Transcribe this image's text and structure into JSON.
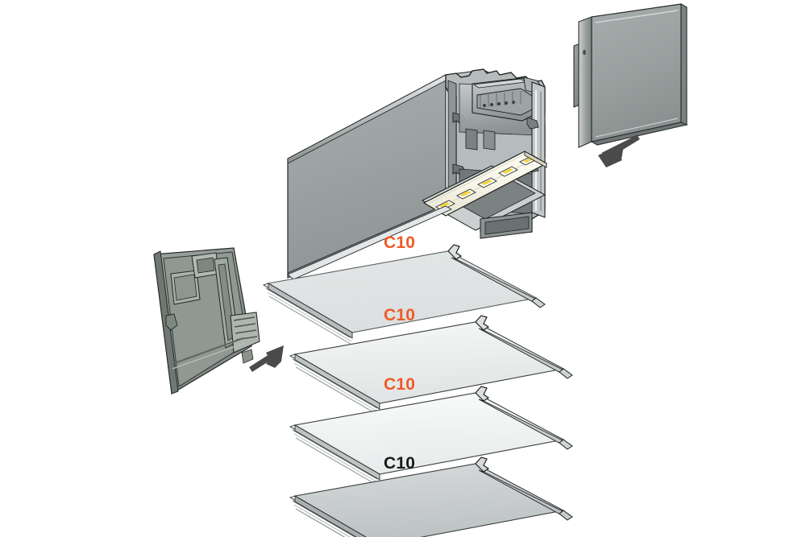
{
  "figure": {
    "kind": "exploded-assembly-diagram",
    "subject": "Linear LED aluminium extrusion profile with interchangeable diffuser covers",
    "background_color": "#ffffff"
  },
  "colors": {
    "label_orange": "#ED5B26",
    "label_black": "#1A1A1A",
    "arrow_grey": "#4B4B4B",
    "body_side_face": "#9BA2A2",
    "body_side_face_dark": "#868D8D",
    "profile_metal_light": "#D7DADA",
    "profile_metal_mid": "#A8AEAE",
    "profile_metal_dark": "#6E7474",
    "endcap_face": "#99A09F",
    "endcap_face_dark": "#7E8584",
    "endcap_left_face": "#8C9490",
    "diffuser_prismatic": "#E4E7E7",
    "diffuser_frosted": "#EDEFEF",
    "diffuser_opal": "#F2F3F3",
    "diffuser_opaque": "#C9CDCD",
    "led_pcb_white": "#FAFAF2",
    "led_chip_yellow": "#F2D23C",
    "outline": "#1D1D1D"
  },
  "labels": [
    {
      "id": "cover-1",
      "text": "C10",
      "color_key": "label_orange",
      "note": "prismatic / textured cover"
    },
    {
      "id": "cover-2",
      "text": "C10",
      "color_key": "label_orange",
      "note": "frosted cover"
    },
    {
      "id": "cover-3",
      "text": "C10",
      "color_key": "label_orange",
      "note": "opal cover"
    },
    {
      "id": "cover-4",
      "text": "C10",
      "color_key": "label_black",
      "note": "opaque cover"
    }
  ],
  "parts": [
    {
      "id": "end-cap-left",
      "name": "Left end cap (with internal ribs and bosses)"
    },
    {
      "id": "main-profile",
      "name": "Aluminium extrusion housing with LED strip and terminal block"
    },
    {
      "id": "led-strip",
      "name": "LED strip board",
      "led_count": 5
    },
    {
      "id": "terminal-block",
      "name": "Wiring terminal block / connector"
    },
    {
      "id": "cover-1",
      "name": "Cover C10 - prismatic"
    },
    {
      "id": "cover-2",
      "name": "Cover C10 - frosted"
    },
    {
      "id": "cover-3",
      "name": "Cover C10 - opal"
    },
    {
      "id": "cover-4",
      "name": "Cover C10 - opaque"
    },
    {
      "id": "end-cap-right",
      "name": "Right end cap (flat plate with tab)"
    }
  ],
  "arrows": [
    {
      "id": "arrow-left",
      "direction": "up-right",
      "meaning": "left end cap pushes into profile"
    },
    {
      "id": "arrow-right",
      "direction": "down-left",
      "meaning": "right end cap pushes into profile"
    }
  ]
}
